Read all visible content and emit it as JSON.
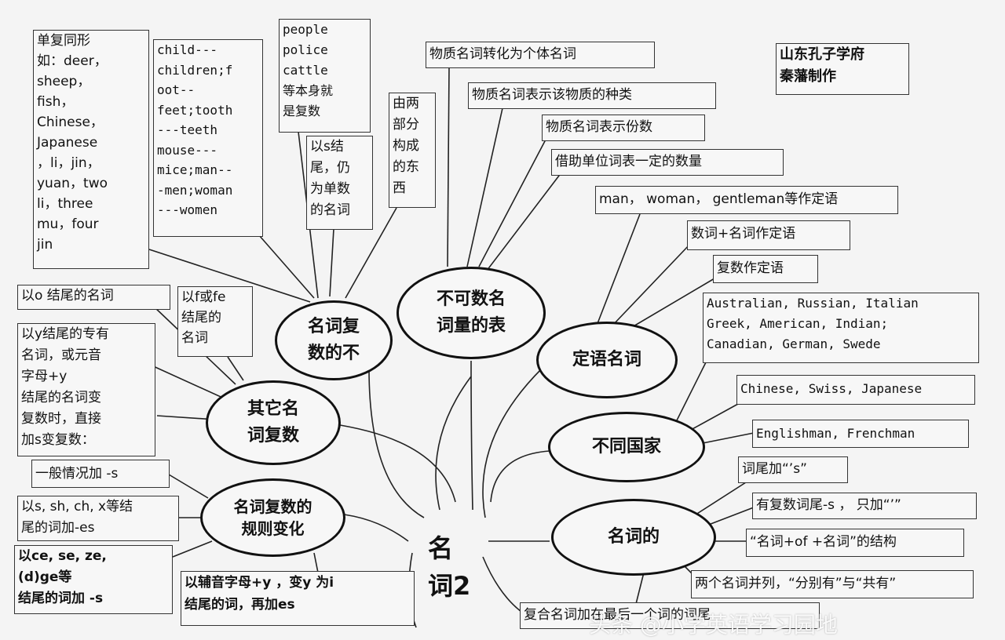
{
  "center": {
    "title": "名\n词2"
  },
  "watermark": "头条 @小学英语学习园地",
  "categories": {
    "plural_irregular": "名词复\n数的不",
    "uncountable": "不可数名\n词量的表",
    "other_plural": "其它名\n词复数",
    "plural_regular": "名词复数的\n规则变化",
    "attributive": "定语名词",
    "nationality": "不同国家",
    "possessive": "名词的"
  },
  "notes": {
    "same_form": "单复同形\n如：deer，\nsheep，\nfish，\nChinese，\nJapanese\n，li，jin，\nyuan，two\nli，three\nmu，four\njin",
    "child": "child---\nchildren;f\noot--\nfeet;tooth\n---teeth\nmouse---\nmice;man--\n-men;woman\n---women",
    "people": "people\npolice\ncattle\n等本身就\n是复数",
    "s_end": "以s结\n尾，仍\n为单数\n的名词",
    "two_parts": "由两\n部分\n构成\n的东\n西",
    "o_end": "以o 结尾的名词",
    "f_fe": "以f或fe\n结尾的\n名词",
    "y_proper": "以y结尾的专有\n名词，或元音\n字母+y\n结尾的名词变\n复数时，直接\n加s变复数：",
    "general": "一般情况加 -s",
    "s_sh": "以s, sh, ch, x等结\n尾的词加-es",
    "ce_se": "以ce, se, ze,\n(d)ge等\n结尾的词加 -s",
    "consonant_y": "以辅音字母+y ，变y 为i\n结尾的词，再加es",
    "material_1": "物质名词转化为个体名词",
    "material_2": "物质名词表示该物质的种类",
    "material_3": "物质名词表示份数",
    "unit": "借助单位词表一定的数量",
    "man_woman": "man， woman， gentleman等作定语",
    "num_noun": "数词+名词作定语",
    "plural_attr": "复数作定语",
    "nations_1": "Australian, Russian, Italian\nGreek, American, Indian;\nCanadian, German, Swede",
    "nations_2": "Chinese, Swiss, Japanese",
    "nations_3": "Englishman, Frenchman",
    "apos_s": "词尾加“’s”",
    "apos_only": "有复数词尾-s ， 只加“’”",
    "of_struct": "“名词+of +名词”的结构",
    "two_nouns": "两个名词并列，“分别有”与“共有”",
    "compound": "复合名词加在最后一个词的词尾"
  },
  "logo": "山东孔子学府\n秦藩制作"
}
